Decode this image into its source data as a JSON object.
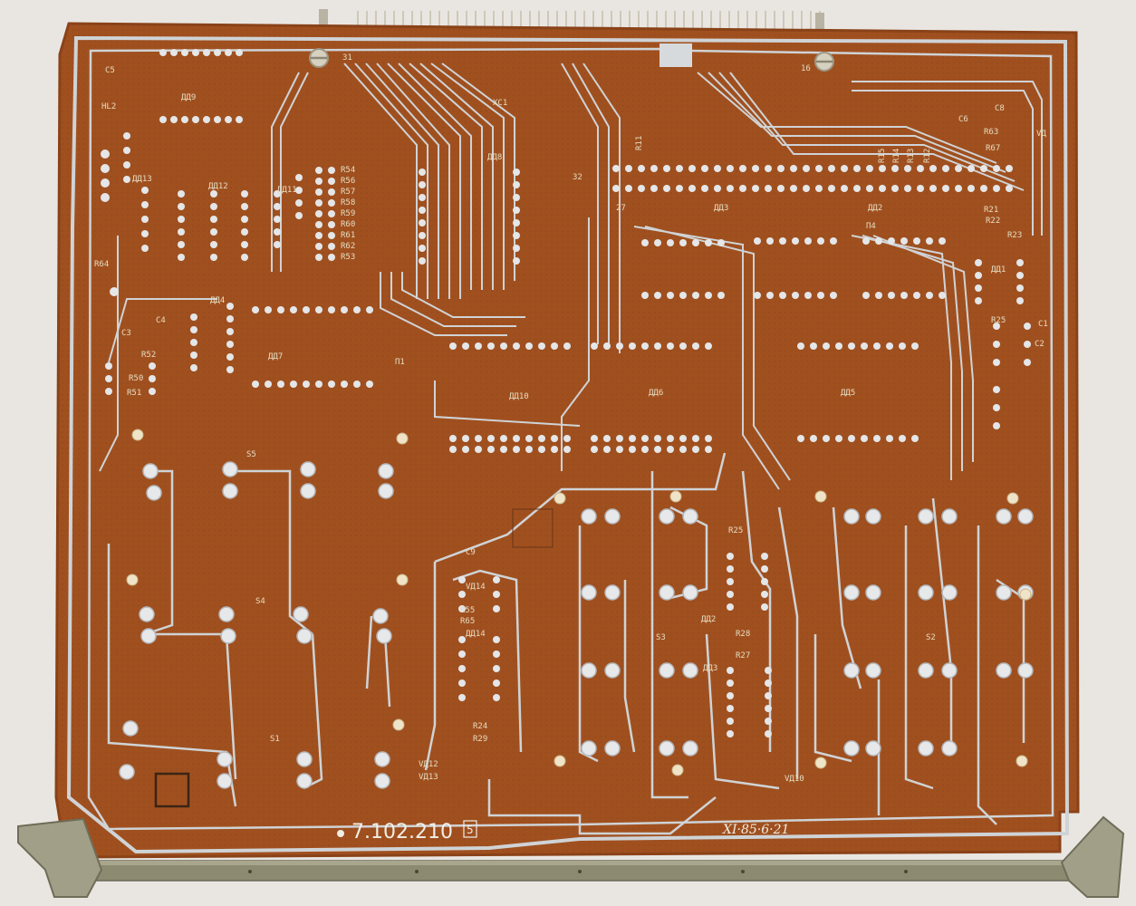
{
  "photo": {
    "subject": "printed-circuit-board-solder-side",
    "colors": {
      "background": "#e9e6e2",
      "board": "#a0501f",
      "board_dark": "#8a4218",
      "trace": "#cfd3d6",
      "pad": "#e4e6e8",
      "silkscreen": "#e6dcc0",
      "rail": "#8d8a72"
    }
  },
  "board": {
    "part_number": "7.102.210",
    "revision_mark": "5",
    "date_code": "XI·85·6·21"
  },
  "chips": [
    "ДД9",
    "ДД13",
    "ДД12",
    "ДД11",
    "ДД8",
    "ДД7",
    "ДД4",
    "ДД10",
    "ДД6",
    "ДД5",
    "ДД3",
    "ДД2",
    "ДД1",
    "ДД14"
  ],
  "connector_label": "XC1",
  "connector_pins": [
    "31",
    "16",
    "27",
    "32"
  ],
  "switches": [
    "S1",
    "S2",
    "S3",
    "S4",
    "S5"
  ],
  "resistors": [
    "R54",
    "R56",
    "R57",
    "R58",
    "R59",
    "R60",
    "R61",
    "R62",
    "R53",
    "R52",
    "R50",
    "R51",
    "R55",
    "R65",
    "R24",
    "R29",
    "R25",
    "R28",
    "R27",
    "R21",
    "R22",
    "R23",
    "R25",
    "R15",
    "R14",
    "R13",
    "R12",
    "R11",
    "R63",
    "R67",
    "R64"
  ],
  "capacitors": [
    "C5",
    "C3",
    "C4",
    "C9",
    "C6",
    "C8",
    "C1",
    "C2"
  ],
  "diodes": [
    "VД12",
    "VД13",
    "VД10",
    "VД14"
  ],
  "misc_labels": [
    "HL2",
    "П1",
    "П4",
    "VД"
  ]
}
